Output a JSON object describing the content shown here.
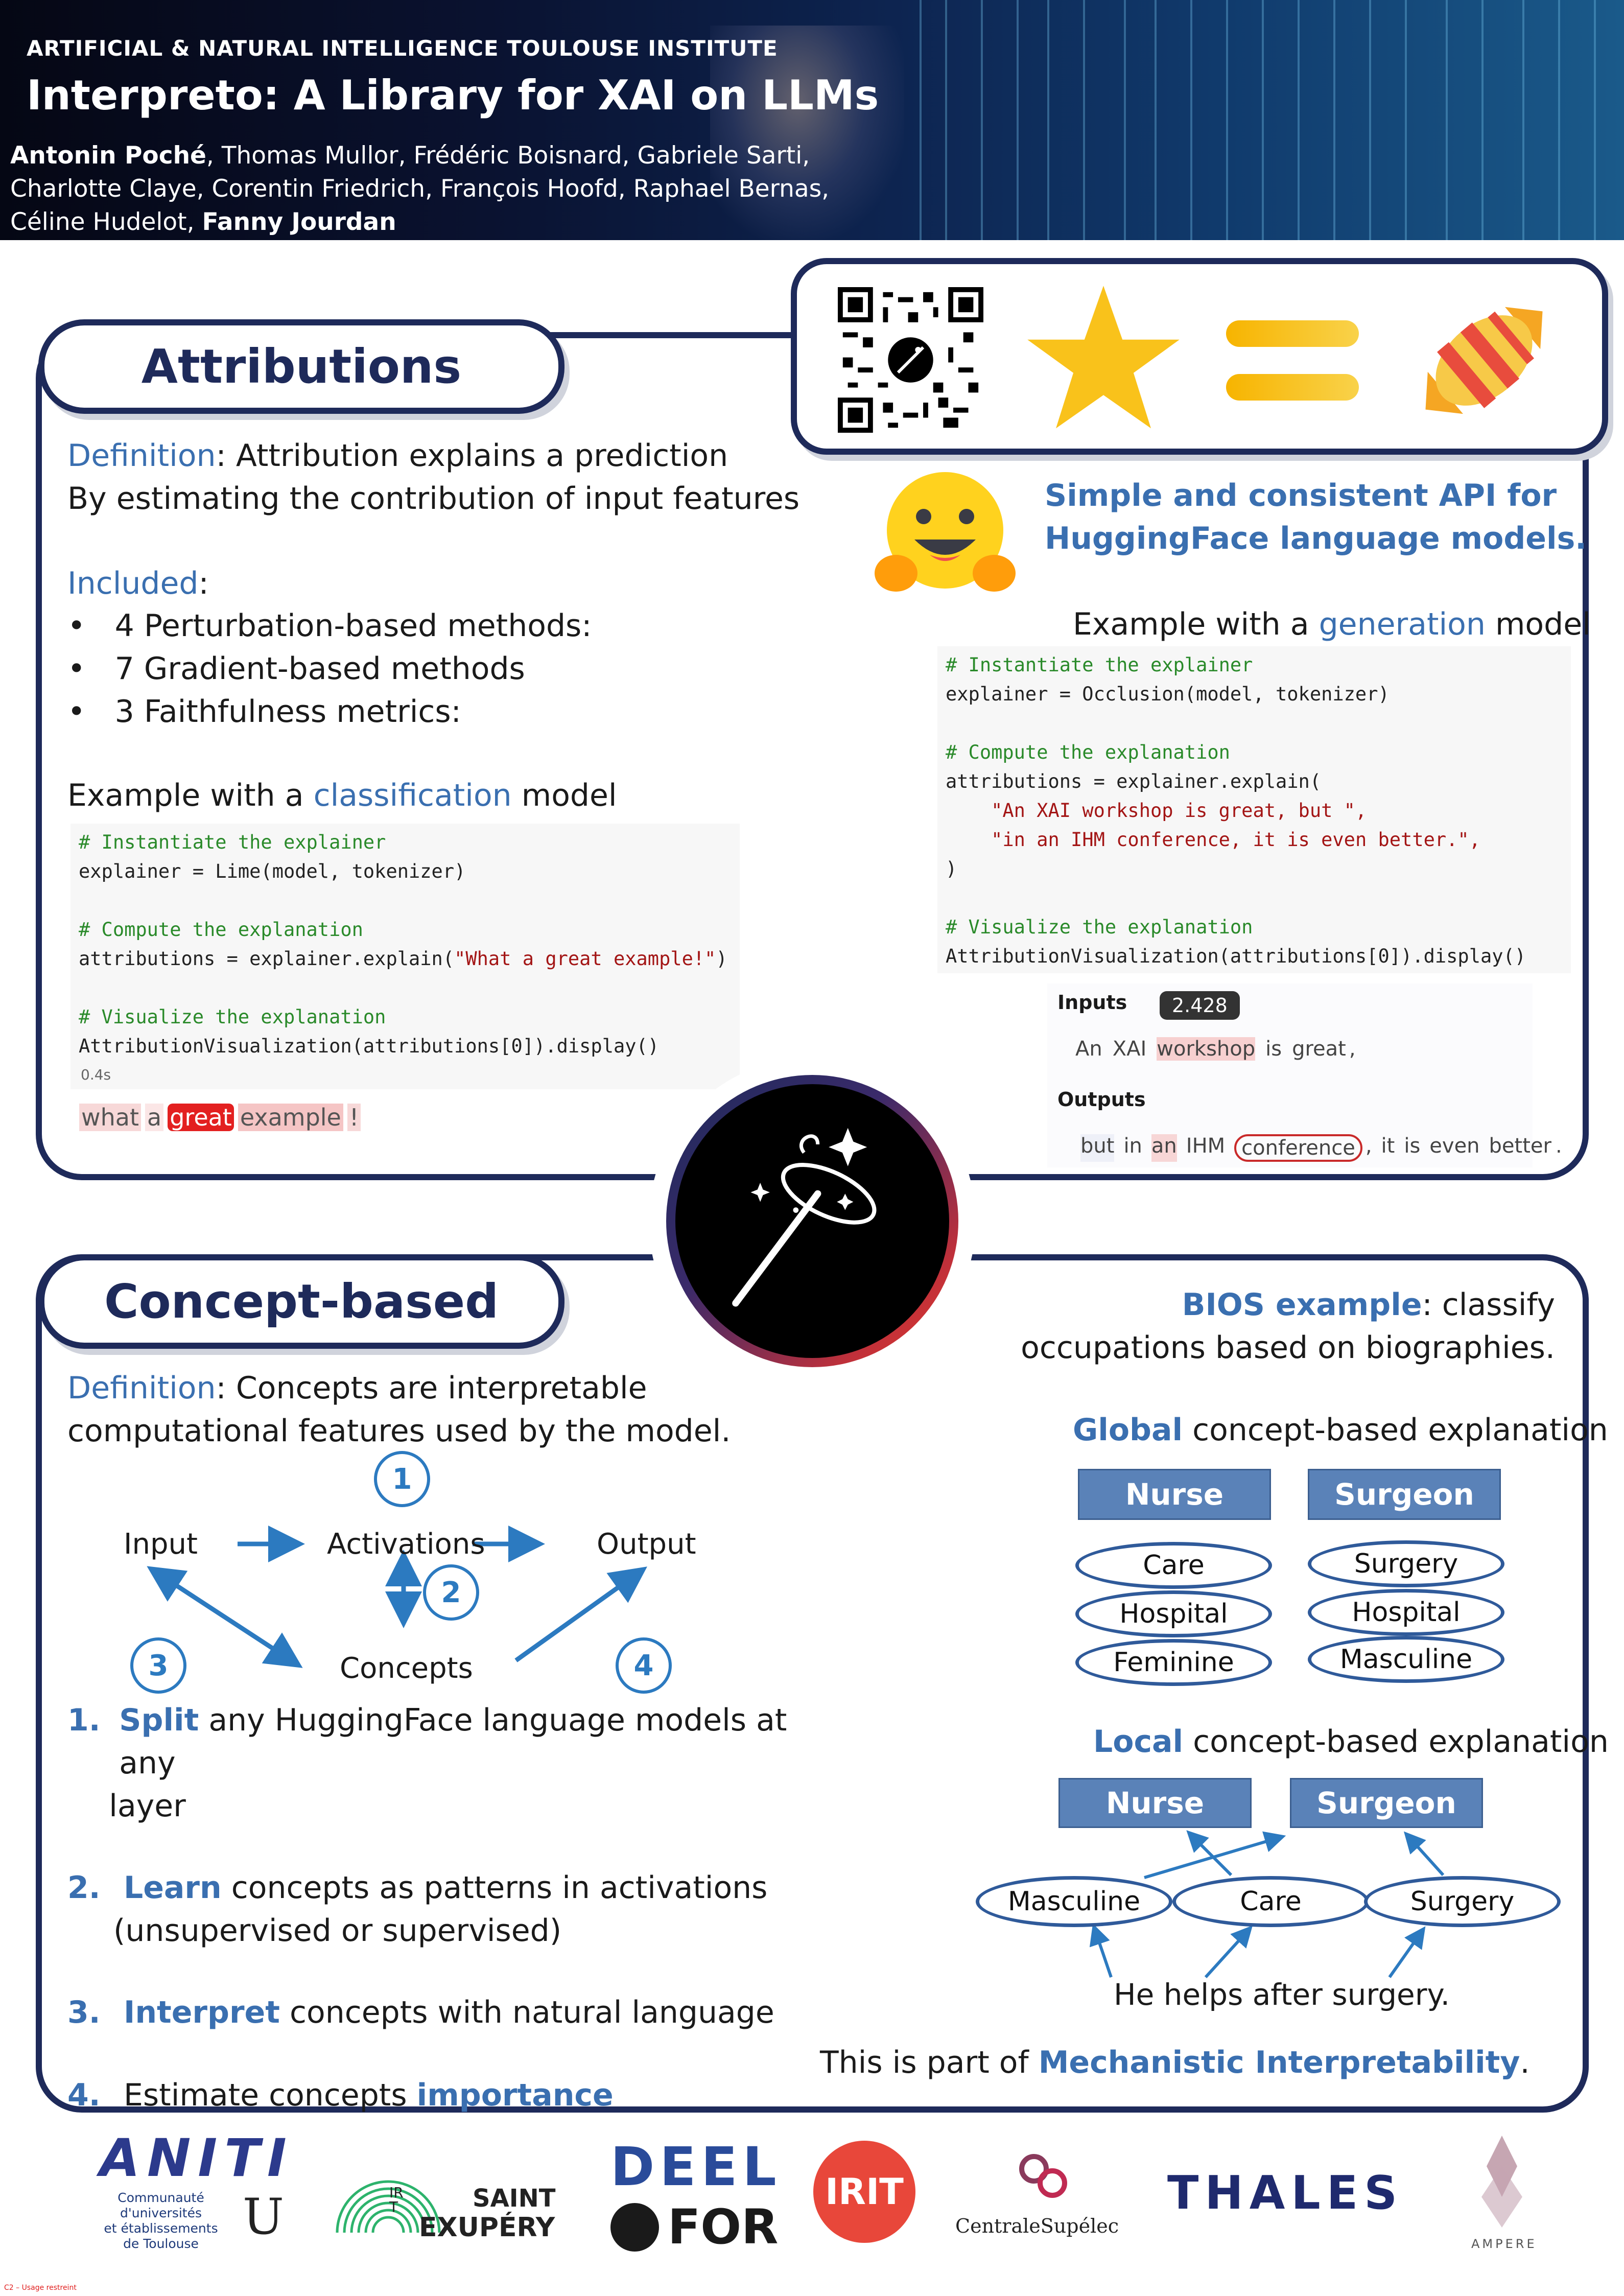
{
  "header": {
    "institute": "ARTIFICIAL & NATURAL INTELLIGENCE TOULOUSE INSTITUTE",
    "title": "Interpreto: A Library for XAI on LLMs",
    "authors_line1_bold": "Antonin Poché",
    "authors_line1_rest": ", Thomas Mullor, Frédéric Boisnard, Gabriele Sarti,",
    "authors_line2": "Charlotte Claye, Corentin Friedrich, François Hoofd, Raphael Bernas,",
    "authors_line3_a": "Céline Hudelot, ",
    "authors_line3_bold": "Fanny Jourdan"
  },
  "attributions": {
    "tab_title": "Attributions",
    "def_label": "Definition",
    "def_line1": ": Attribution explains a prediction",
    "def_line2": "By estimating the contribution of input features",
    "included_label": "Included",
    "included_colon": ":",
    "bullets": [
      "4 Perturbation-based methods:",
      "7 Gradient-based methods",
      "3 Faithfulness metrics:"
    ],
    "example_pre": "Example with a ",
    "example_kw": "classification",
    "example_post": " model",
    "code": {
      "c1": "# Instantiate the explainer",
      "l1": "explainer = Lime(model, tokenizer)",
      "c2": "# Compute the explanation",
      "l2a": "attributions = explainer.explain(",
      "l2s": "\"What a great example!\"",
      "l2b": ")",
      "c3": "# Visualize the explanation",
      "l3": "AttributionVisualization(attributions[0]).display()",
      "time": "0.4s"
    },
    "tokens": [
      "what",
      "a",
      "great",
      "example",
      "!"
    ],
    "api_title_1": "Simple and consistent API for",
    "api_title_2": "HuggingFace language models.",
    "gen_pre": "Example with a ",
    "gen_kw": "generation",
    "gen_post": " model",
    "gen_code": {
      "c1": "# Instantiate the explainer",
      "l1": "explainer = Occlusion(model, tokenizer)",
      "c2": "# Compute the explanation",
      "l2": "attributions = explainer.explain(",
      "s1": "\"An XAI workshop is great, but \",",
      "s2": "\"in an IHM conference, it is even better.\",",
      "l3": ")",
      "c3": "# Visualize the explanation",
      "l4": "AttributionVisualization(attributions[0]).display()"
    },
    "viz": {
      "inputs_label": "Inputs",
      "tooltip": "2.428",
      "input_tokens": [
        "An",
        "XAI",
        "workshop",
        "is",
        "great",
        ","
      ],
      "outputs_label": "Outputs",
      "output_tokens": [
        "but",
        "in",
        "an",
        "IHM",
        "conference",
        ",",
        "it",
        "is",
        "even",
        "better",
        "."
      ]
    }
  },
  "concept": {
    "tab_title": "Concept-based",
    "def_label": "Definition",
    "def_line1": ": Concepts are interpretable",
    "def_line2": "computational features used by the model.",
    "diagram": {
      "input": "Input",
      "activations": "Activations",
      "output": "Output",
      "concepts": "Concepts",
      "nums": [
        "1",
        "2",
        "3",
        "4"
      ]
    },
    "steps": [
      {
        "num": "1.",
        "kw": "Split",
        "rest": " any HuggingFace language models at any",
        "rest2": "layer"
      },
      {
        "num": "2.",
        "kw": "Learn",
        "rest": " concepts as patterns in activations",
        "rest2": "(unsupervised or supervised)"
      },
      {
        "num": "3.",
        "kw": "Interpret",
        "rest": " concepts with natural language",
        "rest2": ""
      },
      {
        "num": "4.",
        "pre": "Estimate concepts ",
        "kw": "importance"
      }
    ],
    "bios_kw": "BIOS example",
    "bios_rest": ": classify",
    "bios_line2": "occupations based on biographies.",
    "global_kw": "Global",
    "global_rest": " concept-based explanation",
    "global_cols": [
      {
        "title": "Nurse",
        "items": [
          "Care",
          "Hospital",
          "Feminine"
        ]
      },
      {
        "title": "Surgeon",
        "items": [
          "Surgery",
          "Hospital",
          "Masculine"
        ]
      }
    ],
    "local_kw": "Local",
    "local_rest": " concept-based explanation",
    "local_classes": [
      "Nurse",
      "Surgeon"
    ],
    "local_concepts": [
      "Masculine",
      "Care",
      "Surgery"
    ],
    "local_sentence": "He helps after surgery.",
    "footer_pre": "This is part of ",
    "footer_kw": "Mechanistic Interpretability",
    "footer_post": "."
  },
  "logos": {
    "aniti": "ANITI",
    "aniti_sub": "Communauté\nd'universités\net établissements\nde Toulouse",
    "aniti_u": "U",
    "saint": "SAINT",
    "exupery": "EXUPÉRY",
    "irt": "IRT",
    "deel": "DEEL",
    "for": "FOR",
    "irit": "IRIT",
    "centrale": "CentraleSupélec",
    "thales": "THALES",
    "ampere": "AMPERE"
  },
  "footnote": "C2 – Usage restreint",
  "colors": {
    "navy": "#1e2a5a",
    "accent_blue": "#3a6fb0",
    "box_blue": "#5a82b8"
  }
}
